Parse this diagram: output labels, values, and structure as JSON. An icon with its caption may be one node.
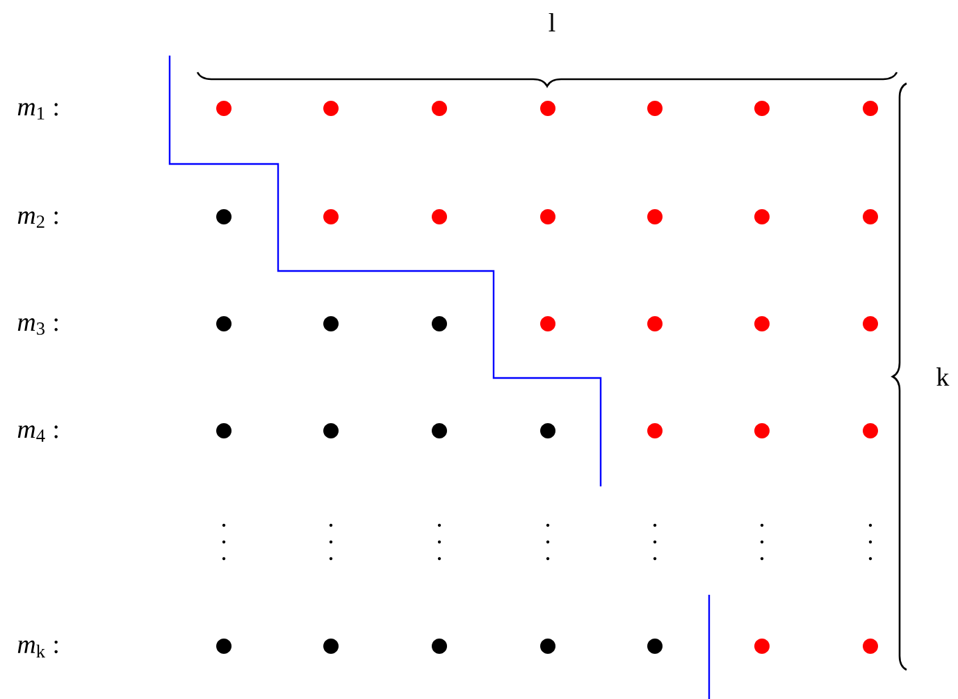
{
  "diagram": {
    "labels": [
      "*m*$_{1}$ :",
      "*m*$_{2}$ :",
      "*m*$_{3}$ :",
      "*m*$_{4}$ :",
      "*m*$_{k}$ :",
      "l",
      "k"
    ]
  }
}
